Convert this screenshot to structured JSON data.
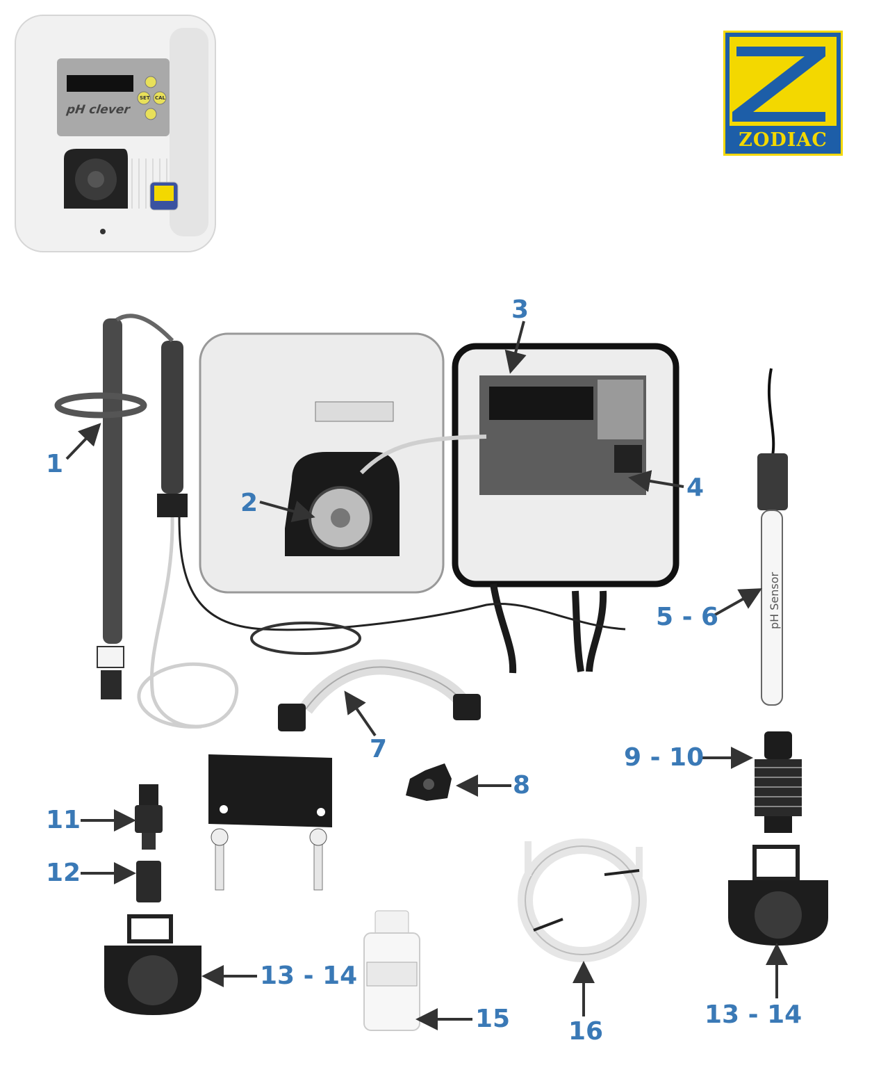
{
  "device": {
    "name": "pH clever",
    "buttons": [
      "SET",
      "CAL"
    ]
  },
  "brand": {
    "name": "ZODIAC"
  },
  "callouts": [
    {
      "id": "1",
      "label": "1"
    },
    {
      "id": "2",
      "label": "2"
    },
    {
      "id": "3",
      "label": "3"
    },
    {
      "id": "4",
      "label": "4"
    },
    {
      "id": "5",
      "label": "5 - 6"
    },
    {
      "id": "7",
      "label": "7"
    },
    {
      "id": "8",
      "label": "8"
    },
    {
      "id": "9",
      "label": "9 - 10"
    },
    {
      "id": "11",
      "label": "11"
    },
    {
      "id": "12",
      "label": "12"
    },
    {
      "id": "13a",
      "label": "13 - 14"
    },
    {
      "id": "15",
      "label": "15"
    },
    {
      "id": "16",
      "label": "16"
    },
    {
      "id": "13b",
      "label": "13 - 14"
    }
  ],
  "sensor_text": "pH Sensor",
  "colors": {
    "label_blue": "#3a79b6",
    "logo_blue": "#1d5ea8",
    "logo_yellow": "#f3d800",
    "arrow": "#333333"
  }
}
